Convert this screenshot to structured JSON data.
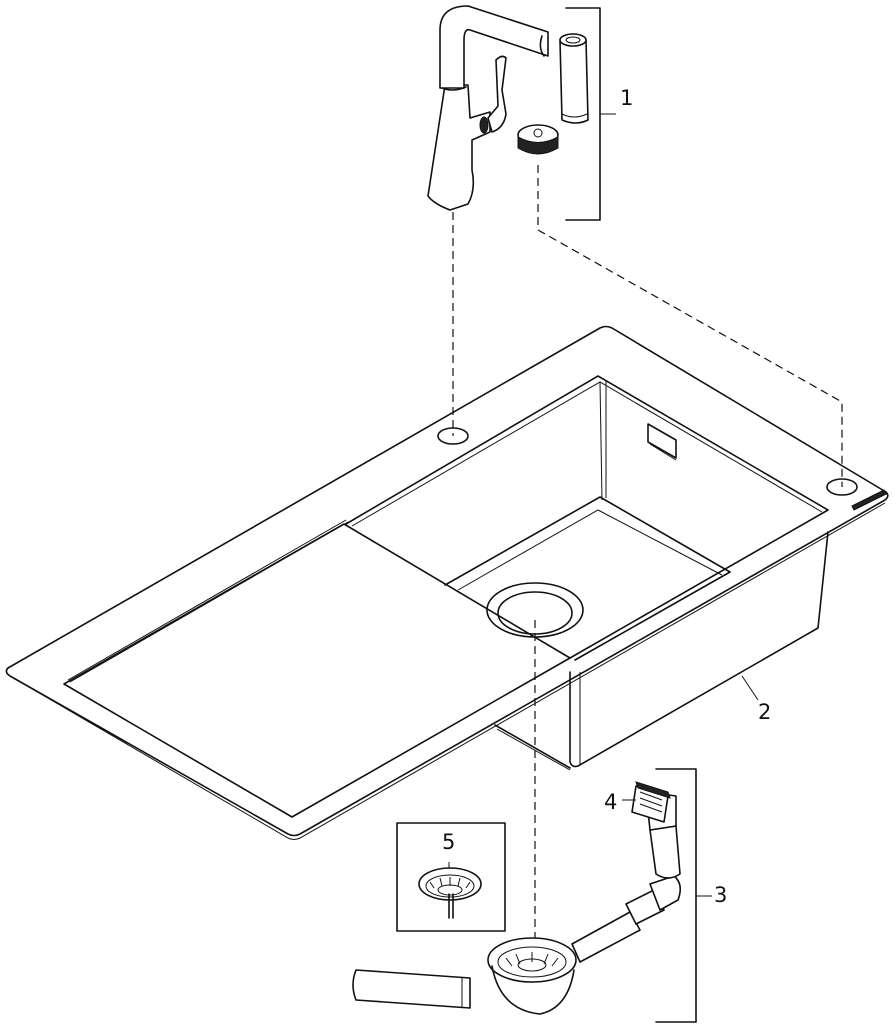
{
  "diagram": {
    "type": "exploded parts drawing",
    "subject": "Kitchen sink with drainboard, pull-out faucet, and drain assembly",
    "callouts": [
      {
        "id": "1",
        "label": "1",
        "part": "Faucet with pull-out spray and control knob"
      },
      {
        "id": "2",
        "label": "2",
        "part": "Sink basin with drainboard"
      },
      {
        "id": "3",
        "label": "3",
        "part": "Drain / waste assembly with overflow"
      },
      {
        "id": "4",
        "label": "4",
        "part": "Overflow cover"
      },
      {
        "id": "5",
        "label": "5",
        "part": "Basket strainer plug"
      }
    ]
  }
}
